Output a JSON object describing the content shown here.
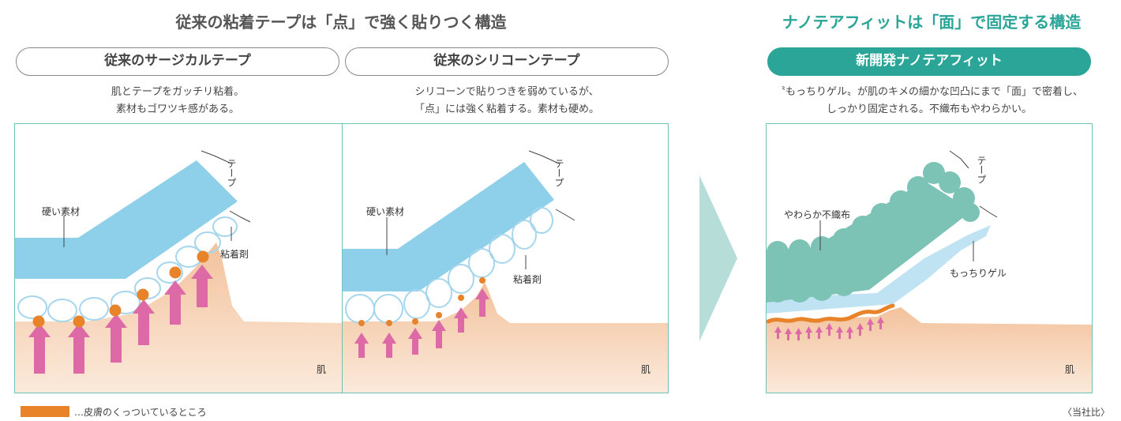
{
  "left_section": {
    "title": "従来の粘着テープは「点」で強く貼りつく構造",
    "surgical": {
      "pill": "従来のサージカルテープ",
      "desc_line1": "肌とテープをガッチリ粘着。",
      "desc_line2": "素材もゴワツキ感がある。",
      "label_material": "硬い素材",
      "label_tape": "テープ",
      "label_adhesive": "粘着剤",
      "label_skin": "肌"
    },
    "silicone": {
      "pill": "従来のシリコーンテープ",
      "desc_line1": "シリコーンで貼りつきを弱めているが、",
      "desc_line2": "「点」には強く粘着する。素材も硬め。",
      "label_material": "硬い素材",
      "label_tape": "テープ",
      "label_adhesive": "粘着剤",
      "label_skin": "肌"
    }
  },
  "right_section": {
    "title": "ナノテアフィットは「面」で固定する構造",
    "pill": "新開発ナノテアフィット",
    "desc_line1": "〝もっちりゲル〟が肌のキメの細かな凹凸にまで「面」で密着し、",
    "desc_line2": "しっかり固定される。不織布もやわらかい。",
    "label_nonwoven": "やわらか不織布",
    "label_tape": "テープ",
    "label_gel": "もっちりゲル",
    "label_skin": "肌"
  },
  "legend": {
    "text": "…皮膚のくっついているところ",
    "color": "#e8832a"
  },
  "note": "〈当社比〉",
  "colors": {
    "teal": "#2aa597",
    "tape_blue": "#8ecfea",
    "skin": "#f3c7a3",
    "arrow_pink": "#dd6aa6",
    "contact_orange": "#e8832a",
    "nonwoven_green": "#7cc3b5",
    "gel_blue": "#bfe3f3"
  }
}
